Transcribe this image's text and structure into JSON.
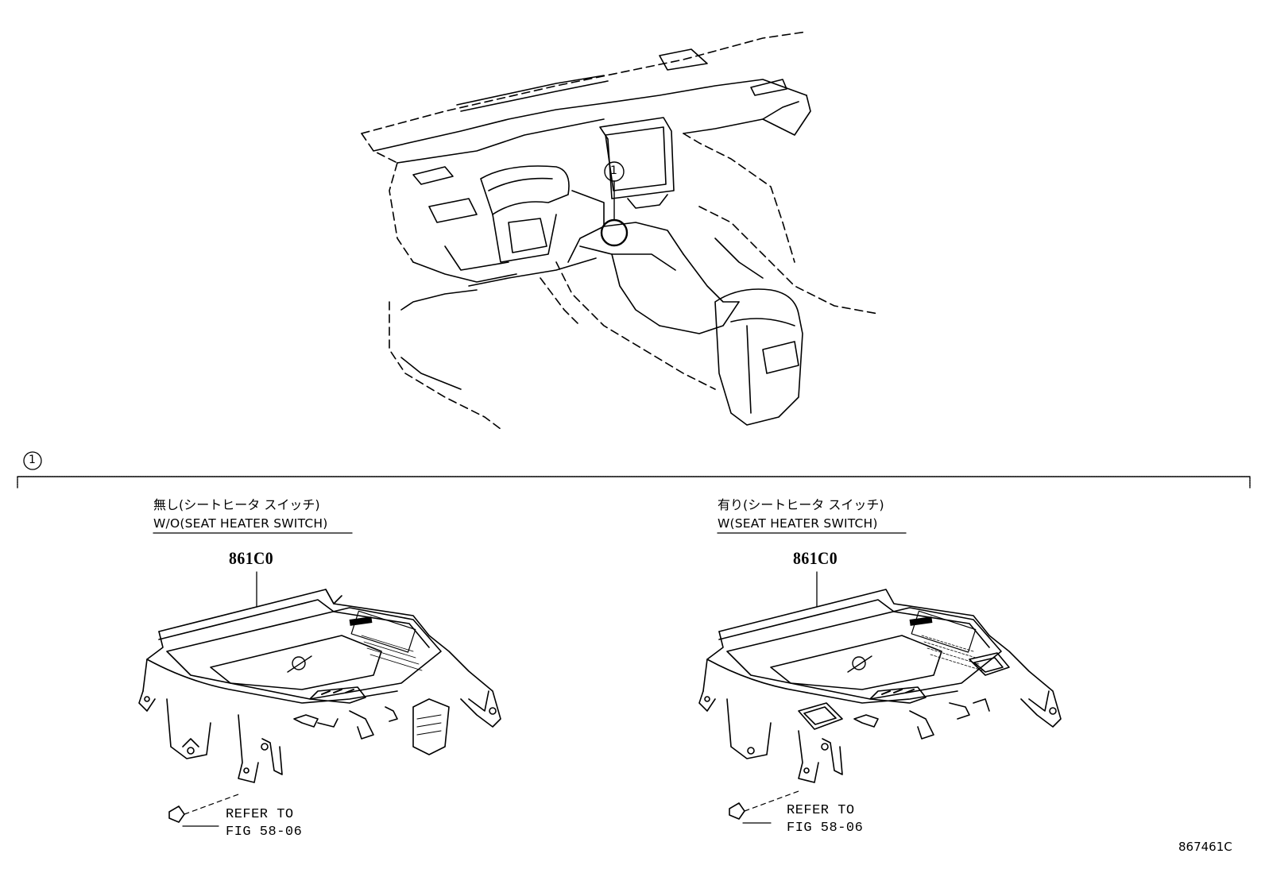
{
  "callout": {
    "number": "1"
  },
  "section": {
    "number": "1"
  },
  "variants": [
    {
      "condition_jp": "無し(シートヒータ スイッチ)",
      "condition_en": "W/O(SEAT HEATER SWITCH)",
      "part_number": "861C0",
      "refer_line1": "REFER TO",
      "refer_line2": "FIG 58-06"
    },
    {
      "condition_jp": "有り(シートヒータ スイッチ)",
      "condition_en": "W(SEAT HEATER SWITCH)",
      "part_number": "861C0",
      "refer_line1": "REFER TO",
      "refer_line2": "FIG 58-06"
    }
  ],
  "illustration_id": "867461C"
}
